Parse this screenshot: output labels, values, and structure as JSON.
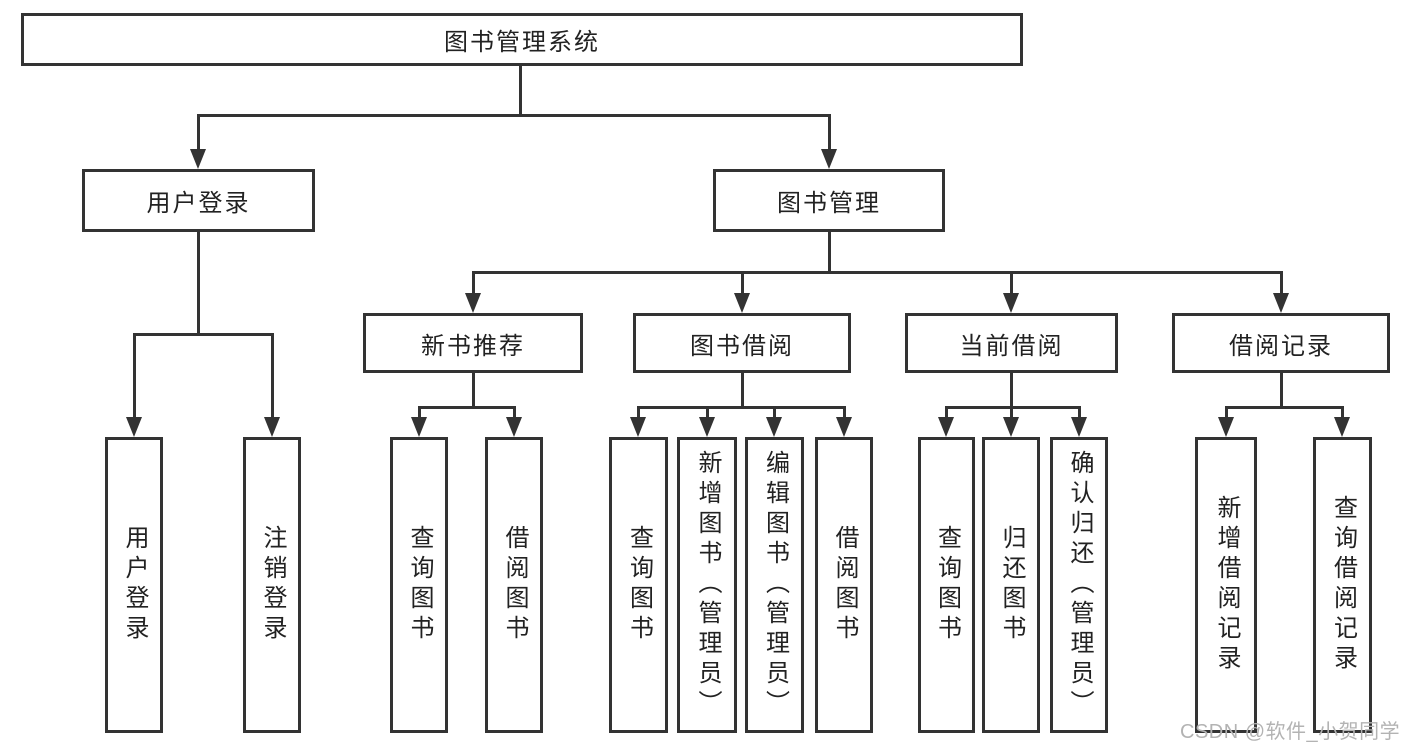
{
  "diagram": {
    "root": {
      "label": "图书管理系统"
    },
    "level2": [
      {
        "label": "用户登录"
      },
      {
        "label": "图书管理"
      }
    ],
    "level3": [
      {
        "label": "新书推荐"
      },
      {
        "label": "图书借阅"
      },
      {
        "label": "当前借阅"
      },
      {
        "label": "借阅记录"
      }
    ],
    "leaves": {
      "user_login": [
        "用户登录",
        "注销登录"
      ],
      "new_book_recommendation": [
        "查询图书",
        "借阅图书"
      ],
      "book_borrowing": [
        "查询图书",
        "新增图书（管理员）",
        "编辑图书（管理员）",
        "借阅图书"
      ],
      "current_borrowing": [
        "查询图书",
        "归还图书",
        "确认归还（管理员）"
      ],
      "borrowing_records": [
        "新增借阅记录",
        "查询借阅记录"
      ]
    }
  },
  "watermark": {
    "text": "CSDN @软件_小贺同学"
  },
  "colors": {
    "line": "#333333",
    "text": "#222222",
    "watermark": "#b3b3b3"
  }
}
